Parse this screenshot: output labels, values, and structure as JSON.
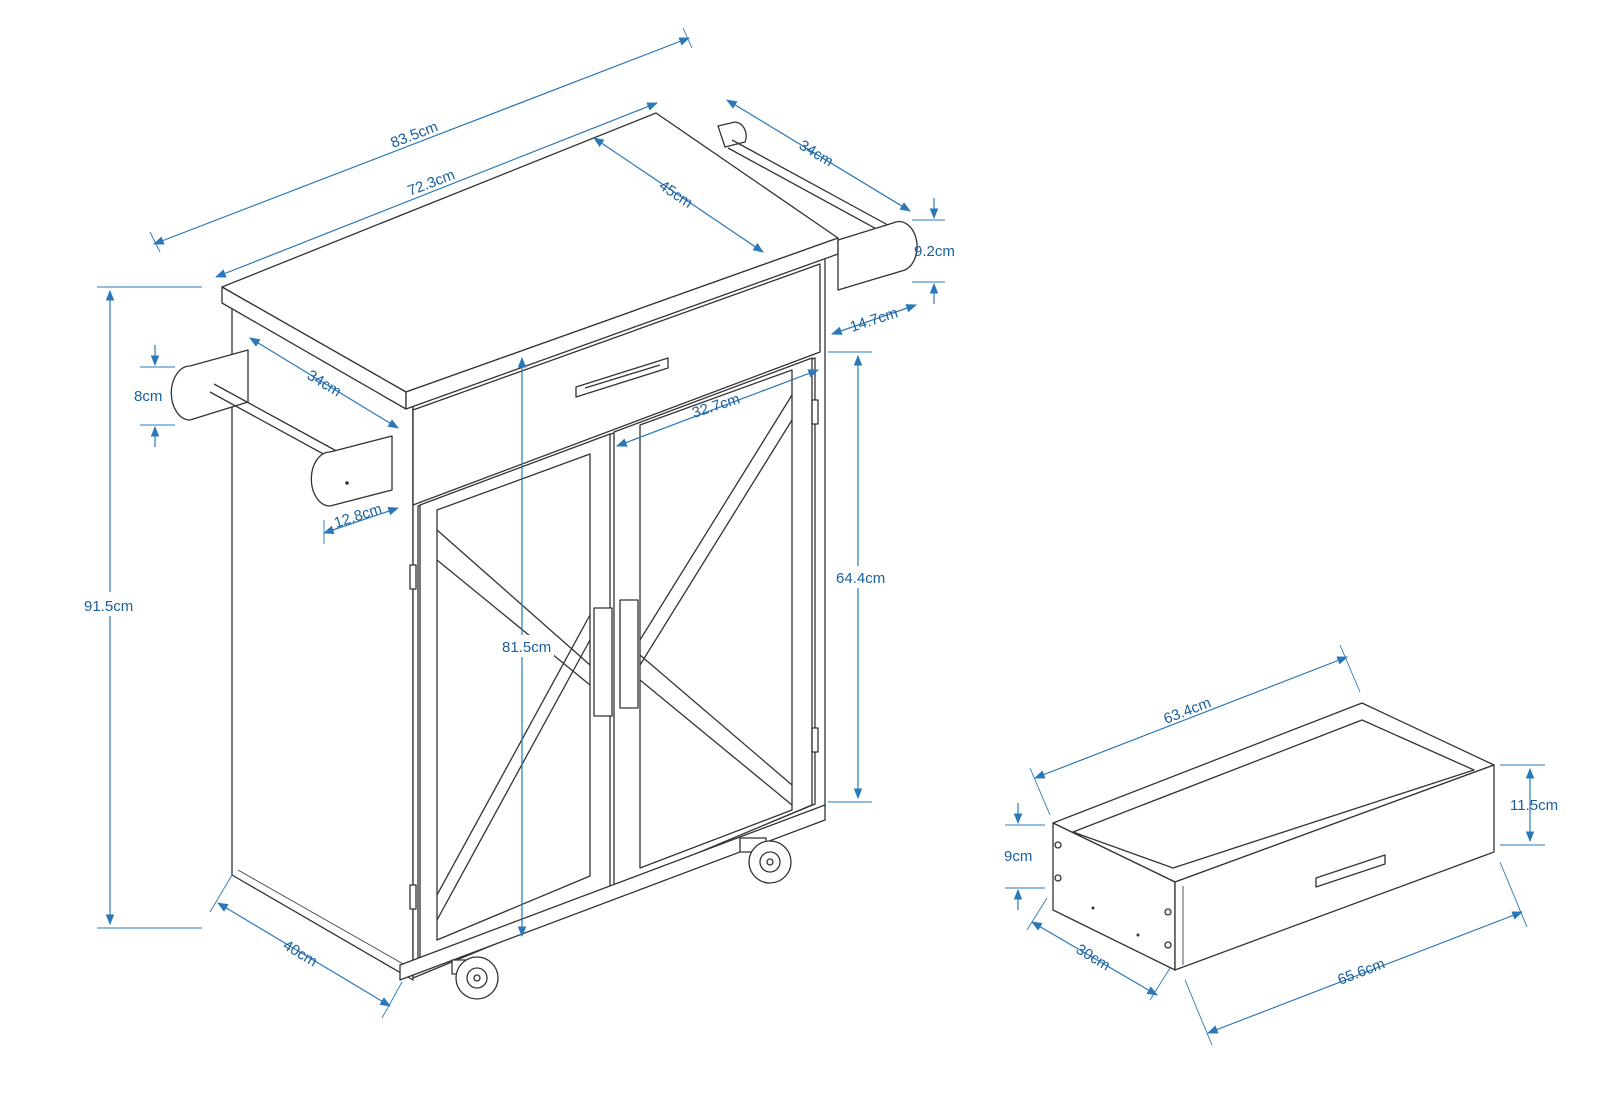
{
  "diagram": {
    "colors": {
      "dimension": "#1a5f9e",
      "outline": "#333333"
    },
    "cart_labels": {
      "overall_width": "83.5cm",
      "top_width": "72.3cm",
      "top_depth": "45cm",
      "right_rack_length": "34cm",
      "right_rack_height": "9.2cm",
      "right_rack_offset": "14.7cm",
      "left_rack_length": "34cm",
      "left_rack_height": "8cm",
      "left_rack_offset": "12.8cm",
      "total_height": "91.5cm",
      "door_height": "81.5cm",
      "inner_width": "32.7cm",
      "cabinet_height": "64.4cm",
      "base_depth": "40cm"
    },
    "drawer_labels": {
      "inner_length": "63.4cm",
      "front_height": "11.5cm",
      "side_height": "9cm",
      "depth": "30cm",
      "front_length": "65.6cm"
    }
  }
}
